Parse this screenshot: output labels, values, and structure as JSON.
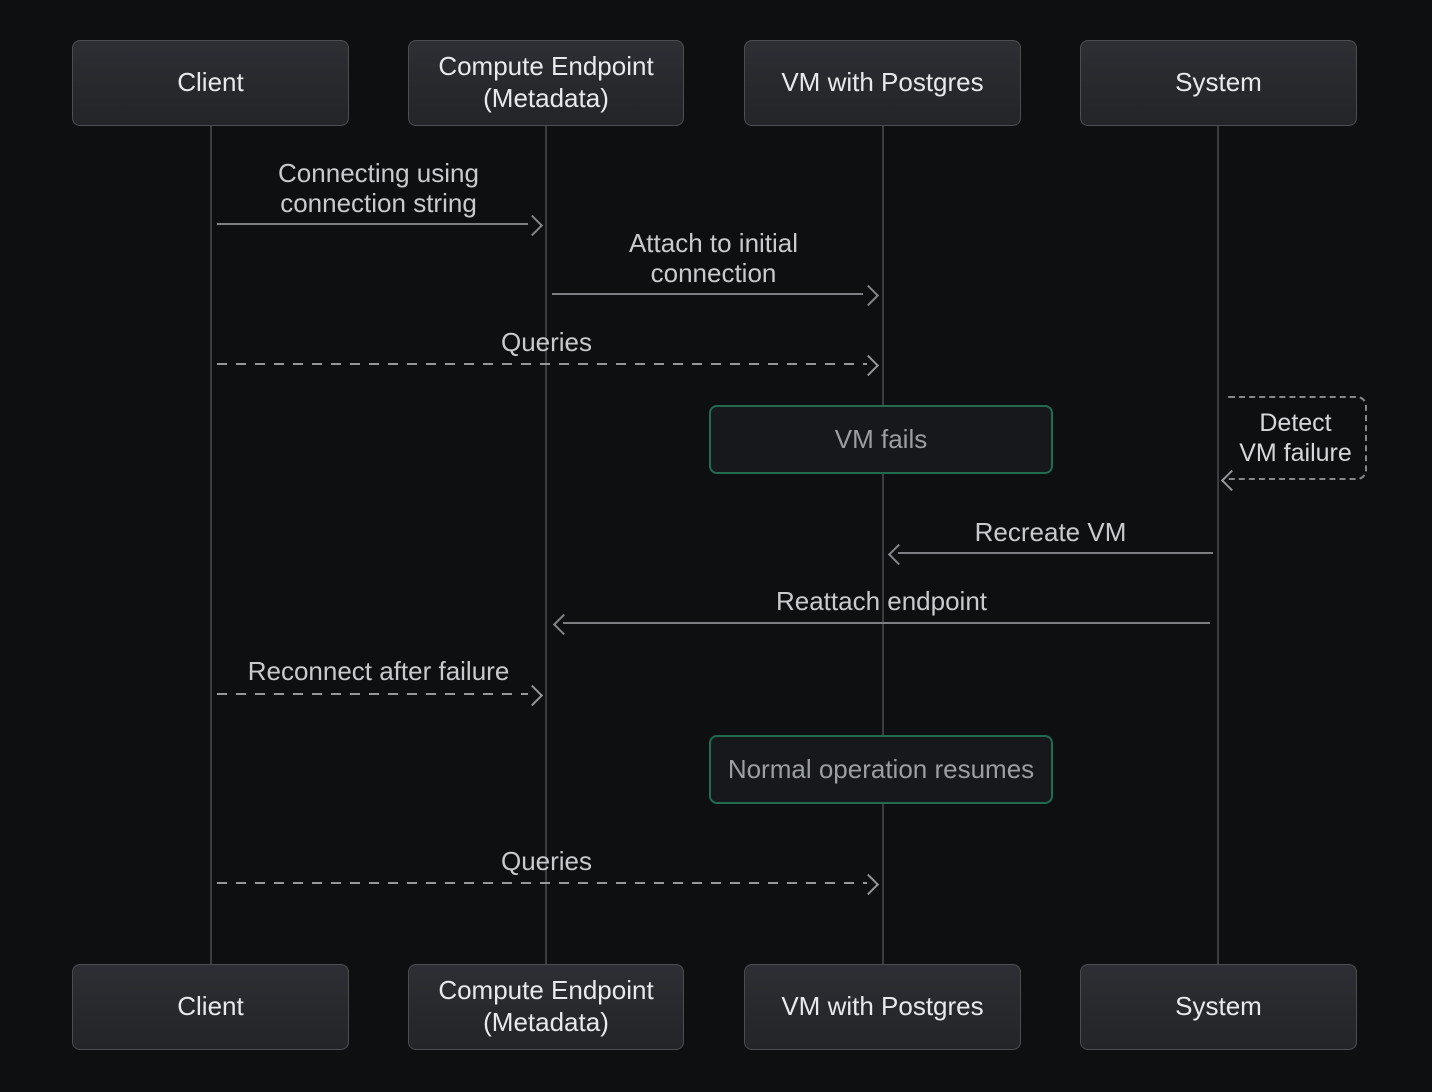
{
  "participants": [
    {
      "label": "Client"
    },
    {
      "label": "Compute Endpoint (Metadata)"
    },
    {
      "label": "VM with Postgres"
    },
    {
      "label": "System"
    }
  ],
  "messages": [
    {
      "from": "Client",
      "to": "Compute Endpoint (Metadata)",
      "label": "Connecting using connection string",
      "line": "solid"
    },
    {
      "from": "Compute Endpoint (Metadata)",
      "to": "VM with Postgres",
      "label": "Attach to initial connection",
      "line": "solid"
    },
    {
      "from": "Client",
      "to": "VM with Postgres",
      "label": "Queries",
      "line": "dashed"
    },
    {
      "from": "System",
      "to": "System",
      "label": "Detect VM failure",
      "line": "dashed-self"
    },
    {
      "from": "System",
      "to": "VM with Postgres",
      "label": "Recreate VM",
      "line": "solid"
    },
    {
      "from": "System",
      "to": "Compute Endpoint (Metadata)",
      "label": "Reattach endpoint",
      "line": "solid"
    },
    {
      "from": "Client",
      "to": "Compute Endpoint (Metadata)",
      "label": "Reconnect after failure",
      "line": "dashed"
    },
    {
      "from": "Client",
      "to": "VM with Postgres",
      "label": "Queries",
      "line": "dashed"
    }
  ],
  "notes": [
    {
      "over": "VM with Postgres",
      "label": "VM fails"
    },
    {
      "over": "VM with Postgres",
      "label": "Normal operation resumes"
    }
  ],
  "colors": {
    "background": "#0e0f10",
    "note_border_green": "#216b50",
    "actor_fill": "#26282c",
    "actor_border": "#4b4d52",
    "solid_arrow_gray": "#7d7f83",
    "dashed_arrow_gray": "#95979b",
    "lifeline_gray": "#3b3d41",
    "message_text": "#c8cacd",
    "note_text": "#9b9ea2",
    "participant_text": "#e8e9ec"
  }
}
